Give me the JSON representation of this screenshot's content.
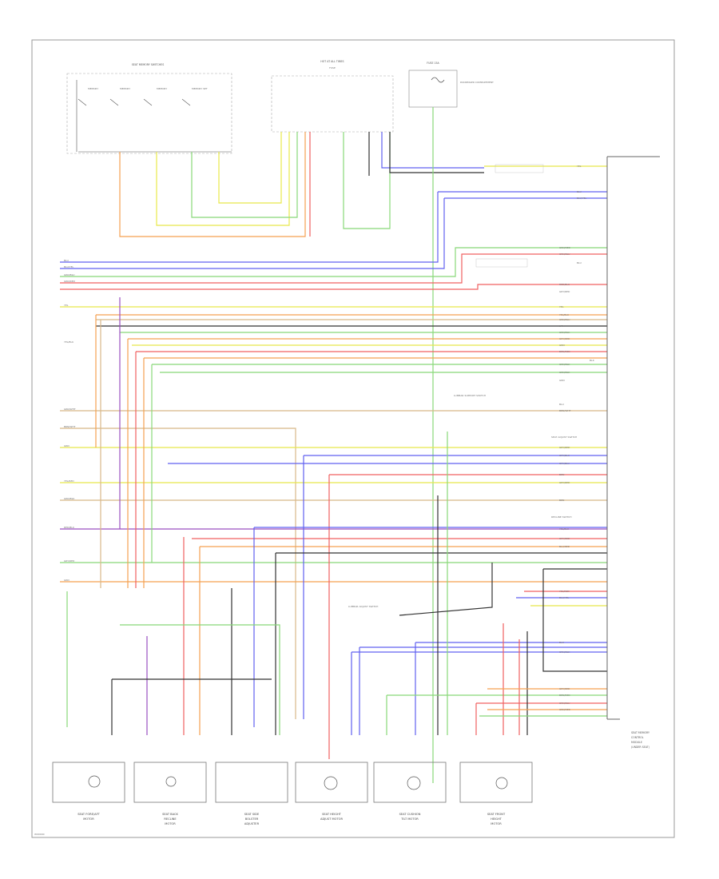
{
  "figure_code": "W00000",
  "colors": {
    "yellow": "#e8e84a",
    "red": "#f06060",
    "orange": "#f5a050",
    "green": "#88d878",
    "blue": "#6060f0",
    "purple": "#9a4fc0",
    "black": "#333333",
    "grey": "#b0b0b0",
    "tan": "#d8b888",
    "frame": "#999999"
  },
  "top_components": [
    {
      "id": "sw",
      "label": "SEAT MEMORY SWITCHES",
      "buttons": [
        "MEMORY",
        "MEMORY",
        "MEMORY",
        "MEMORY SET"
      ]
    },
    {
      "id": "hotpp",
      "label": "HOT AT ALL TIMES",
      "note": "FUSE"
    },
    {
      "id": "fuse",
      "label": "FUSE 15A",
      "note": "PASSENGER COMPARTMENT"
    }
  ],
  "right_module_label": [
    "SEAT MEMORY",
    "CONTROL",
    "MODULE",
    "(UNDER SEAT)"
  ],
  "bottom_components": [
    {
      "id": "m1",
      "label": [
        "SEAT FORE/AFT",
        "MOTOR"
      ]
    },
    {
      "id": "m2",
      "label": [
        "SEAT BACK",
        "RECLINE",
        "MOTOR"
      ]
    },
    {
      "id": "m3",
      "label": [
        "SEAT SIDE",
        "BOLSTER",
        "ADJUSTER"
      ]
    },
    {
      "id": "m4",
      "label": [
        "SEAT HEIGHT",
        "ADJUST MOTOR"
      ]
    },
    {
      "id": "m5",
      "label": [
        "SEAT CUSHION",
        "TILT MOTOR"
      ]
    },
    {
      "id": "m6",
      "label": [
        "SEAT FRONT",
        "HEIGHT",
        "MOTOR"
      ]
    }
  ],
  "mid_labels": [
    "LUMBAR SUPPORT SWITCH",
    "SEAT ADJUST SWITCH",
    "RECLINE SWITCH",
    "LUMBAR ADJUST SWITCH"
  ],
  "left_pin_labels": [
    "BLU",
    "BLU/YEL",
    "GRN/BLU",
    "GRN/RED",
    "YEL",
    "YEL/BLK",
    "GRN/WHT",
    "BRN/WHT",
    "GRN",
    "YEL/RED",
    "GRN/BLK",
    "RED/BLK",
    "GRY/RED",
    "GRN"
  ],
  "right_pin_labels": [
    "YEL",
    "BLU",
    "BLU/YEL",
    "GRN/RED",
    "GRN/BLU",
    "BLU",
    "RED/BLK",
    "GRY/RED",
    "YEL",
    "YEL/BLK",
    "GRN/BLU",
    "BRN",
    "GRN/BLK",
    "GRY/RED",
    "GRN",
    "BRN/RED",
    "GRN/BLK",
    "BLK",
    "GRN/BLK",
    "GRN",
    "BLU",
    "BRN/WHT",
    "GRY/RED",
    "GRY/BLK",
    "GRY/BLU",
    "BRN",
    "GRY/RED",
    "BRN",
    "YEL/BLK",
    "GRY/RED",
    "BLU/RED",
    "YEL/RED",
    "BLU/YEL",
    "BLK",
    "GRN/BLK",
    "GRY/RED",
    "BRN/RED",
    "GRN/BLU",
    "GRN/RED"
  ]
}
